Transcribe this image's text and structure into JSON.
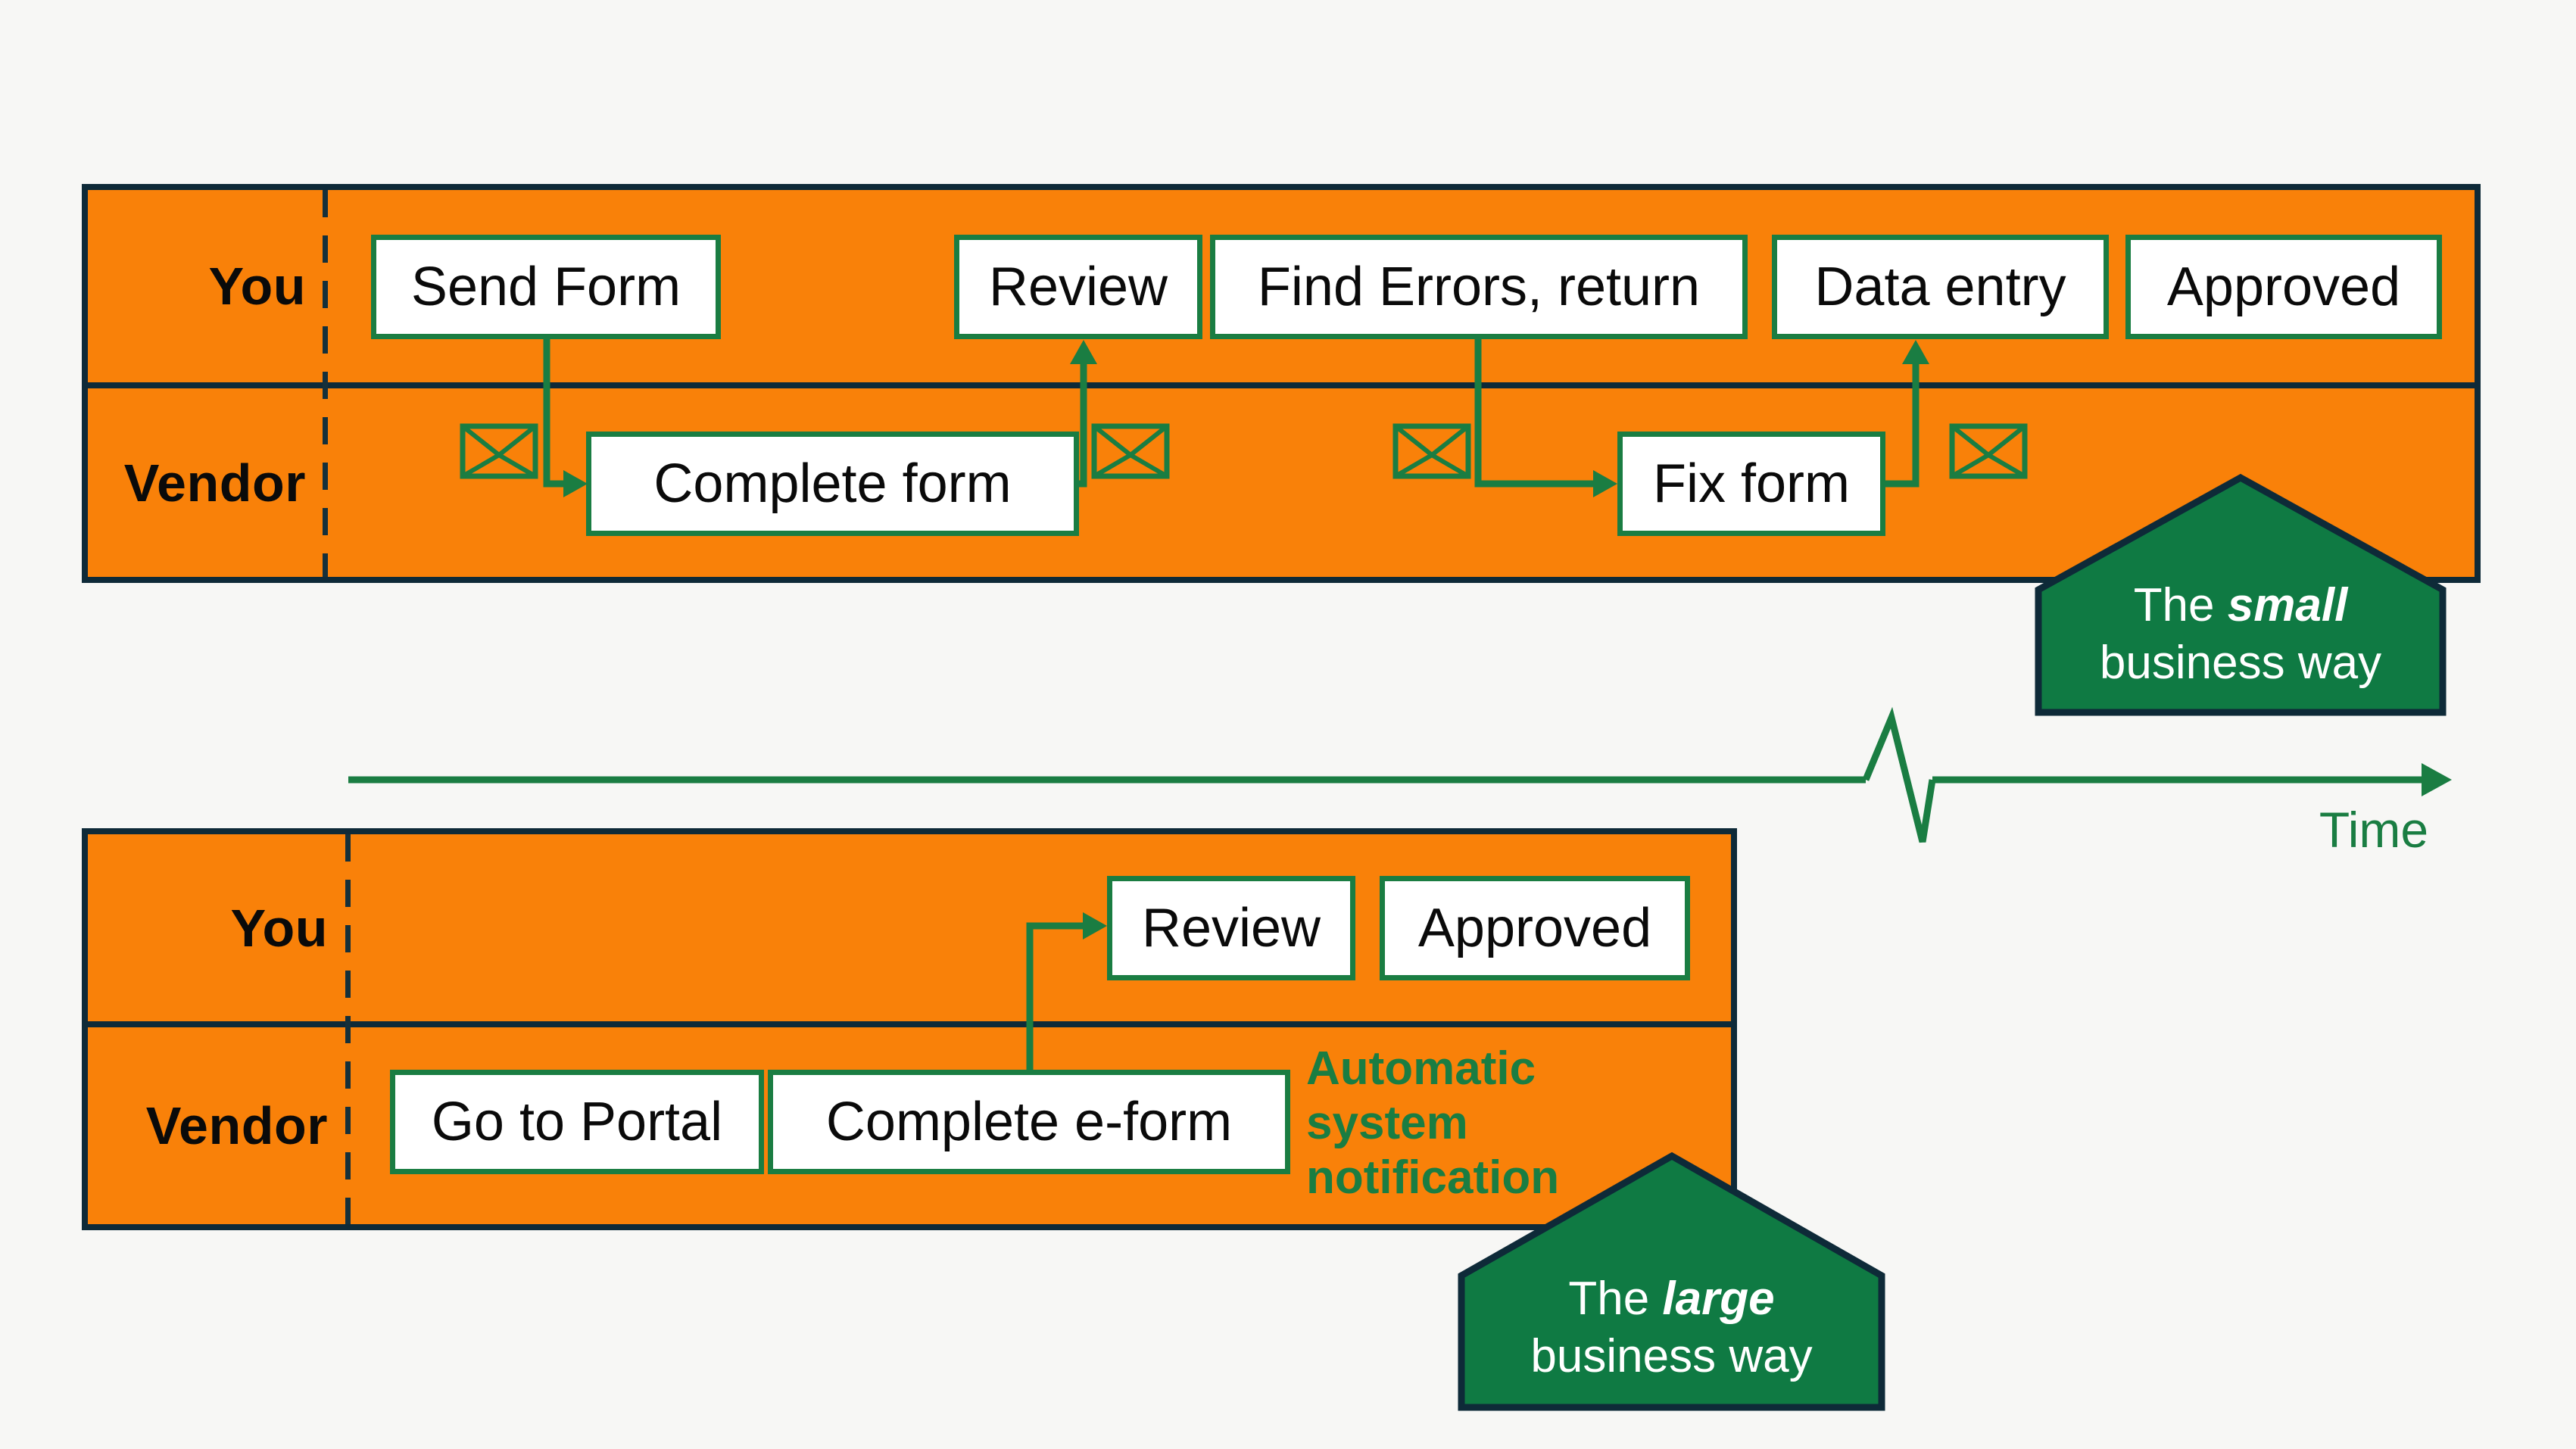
{
  "colors": {
    "band_orange": "#F98109",
    "flow_green": "#1A7D42",
    "house_green": "#0F7A43",
    "border_navy": "#0E2A38",
    "background": "#F7F7F5",
    "node_fill": "#FFFFFF",
    "text_black": "#0A0A0A",
    "text_white": "#FFFFFF"
  },
  "small": {
    "you": "You",
    "vendor": "Vendor",
    "send_form": "Send Form",
    "review": "Review",
    "find_errors": "Find Errors, return",
    "data_entry": "Data entry",
    "approved": "Approved",
    "complete_form": "Complete form",
    "fix_form": "Fix form",
    "tag_the": "The ",
    "tag_em": "small",
    "tag_line2": "business way"
  },
  "large": {
    "you": "You",
    "vendor": "Vendor",
    "review": "Review",
    "approved": "Approved",
    "go_to_portal": "Go to Portal",
    "complete_eform": "Complete e-form",
    "note": "Automatic\nsystem\nnotification",
    "tag_the": "The ",
    "tag_em": "large",
    "tag_line2": "business way"
  },
  "timeline": {
    "label": "Time"
  }
}
